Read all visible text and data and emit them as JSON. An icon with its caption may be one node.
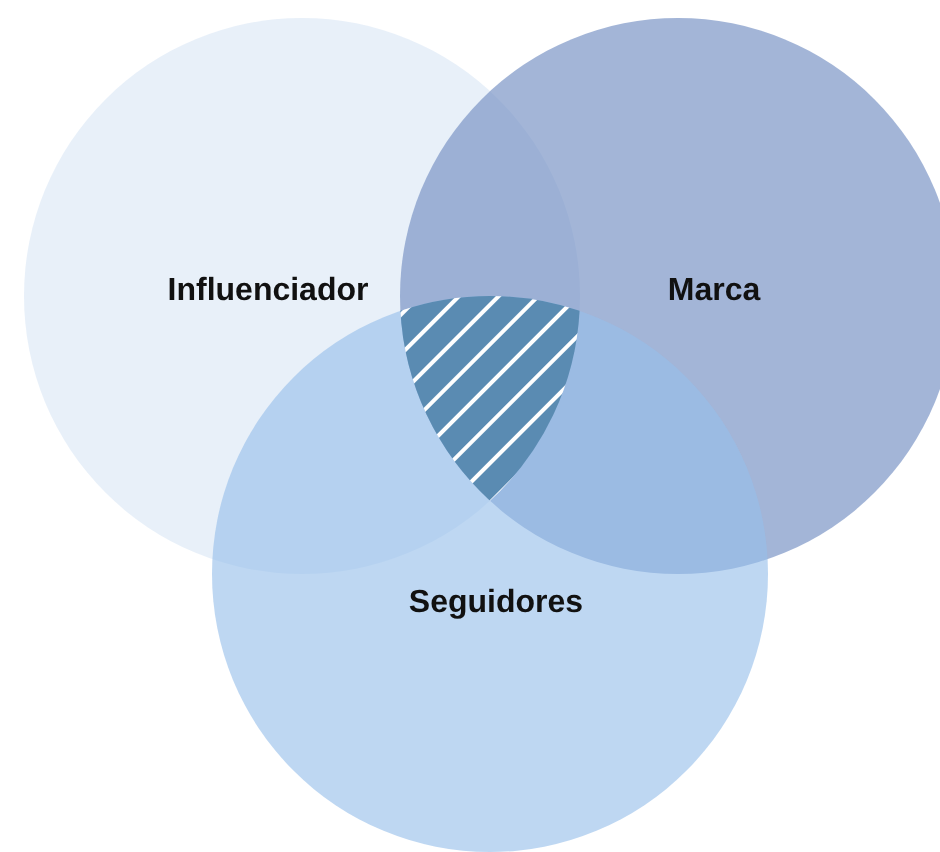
{
  "diagram": {
    "nodes": [
      {
        "text": [
          "Influenciador"
        ]
      },
      {
        "text": [
          "Marca"
        ]
      },
      {
        "text": [
          "Seguidores"
        ]
      },
      {
        "text": [],
        "shape": "region"
      }
    ]
  }
}
